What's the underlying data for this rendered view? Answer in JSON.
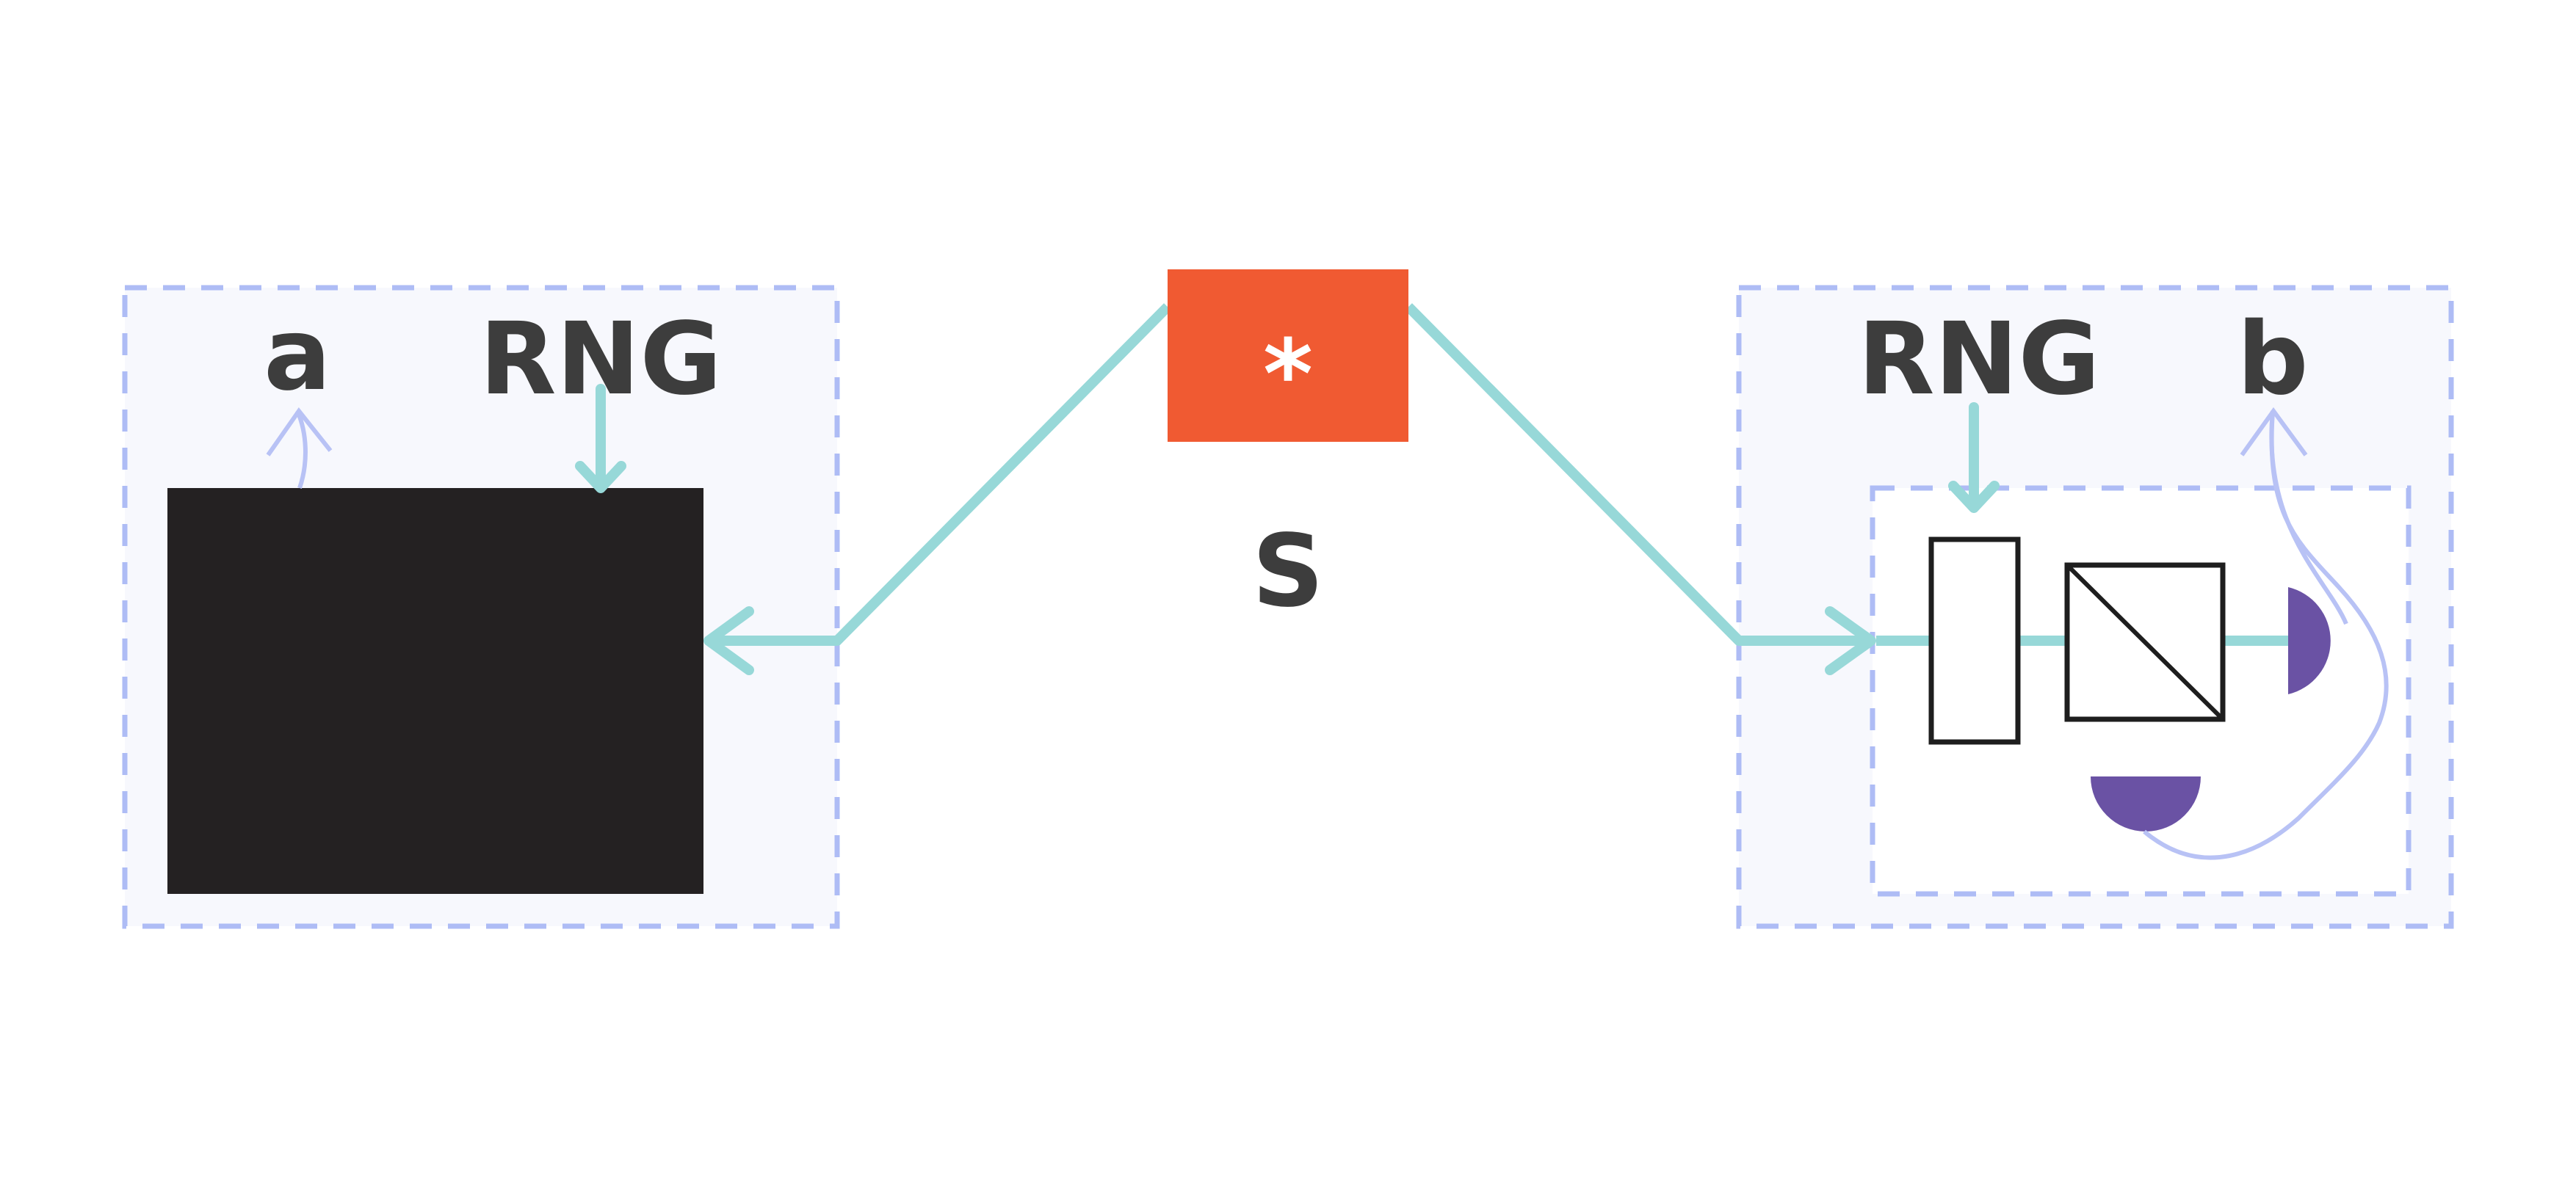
{
  "labels": {
    "alice_output": "a",
    "alice_rng": "RNG",
    "bob_rng": "RNG",
    "bob_output": "b",
    "source": "S",
    "source_symbol": "*"
  },
  "colors": {
    "source_fill": "#f05a32",
    "source_symbol": "#ffffff",
    "channel": "#97d8d8",
    "box_border": "#aebcf5",
    "box_fill": "#f7f8fd",
    "black_box": "#242122",
    "detector": "#6a52a4",
    "classical_wire": "#b8c2f5",
    "optics_stroke": "#1e1e1e",
    "label_text": "#3d3d3d"
  },
  "icons": {
    "source": "asterisk-source-icon",
    "alice_device": "black-box-device",
    "bob_modulator": "phase-modulator-icon",
    "bob_splitter": "beam-splitter-icon",
    "bob_detectors": "half-disc-detector-icon"
  }
}
